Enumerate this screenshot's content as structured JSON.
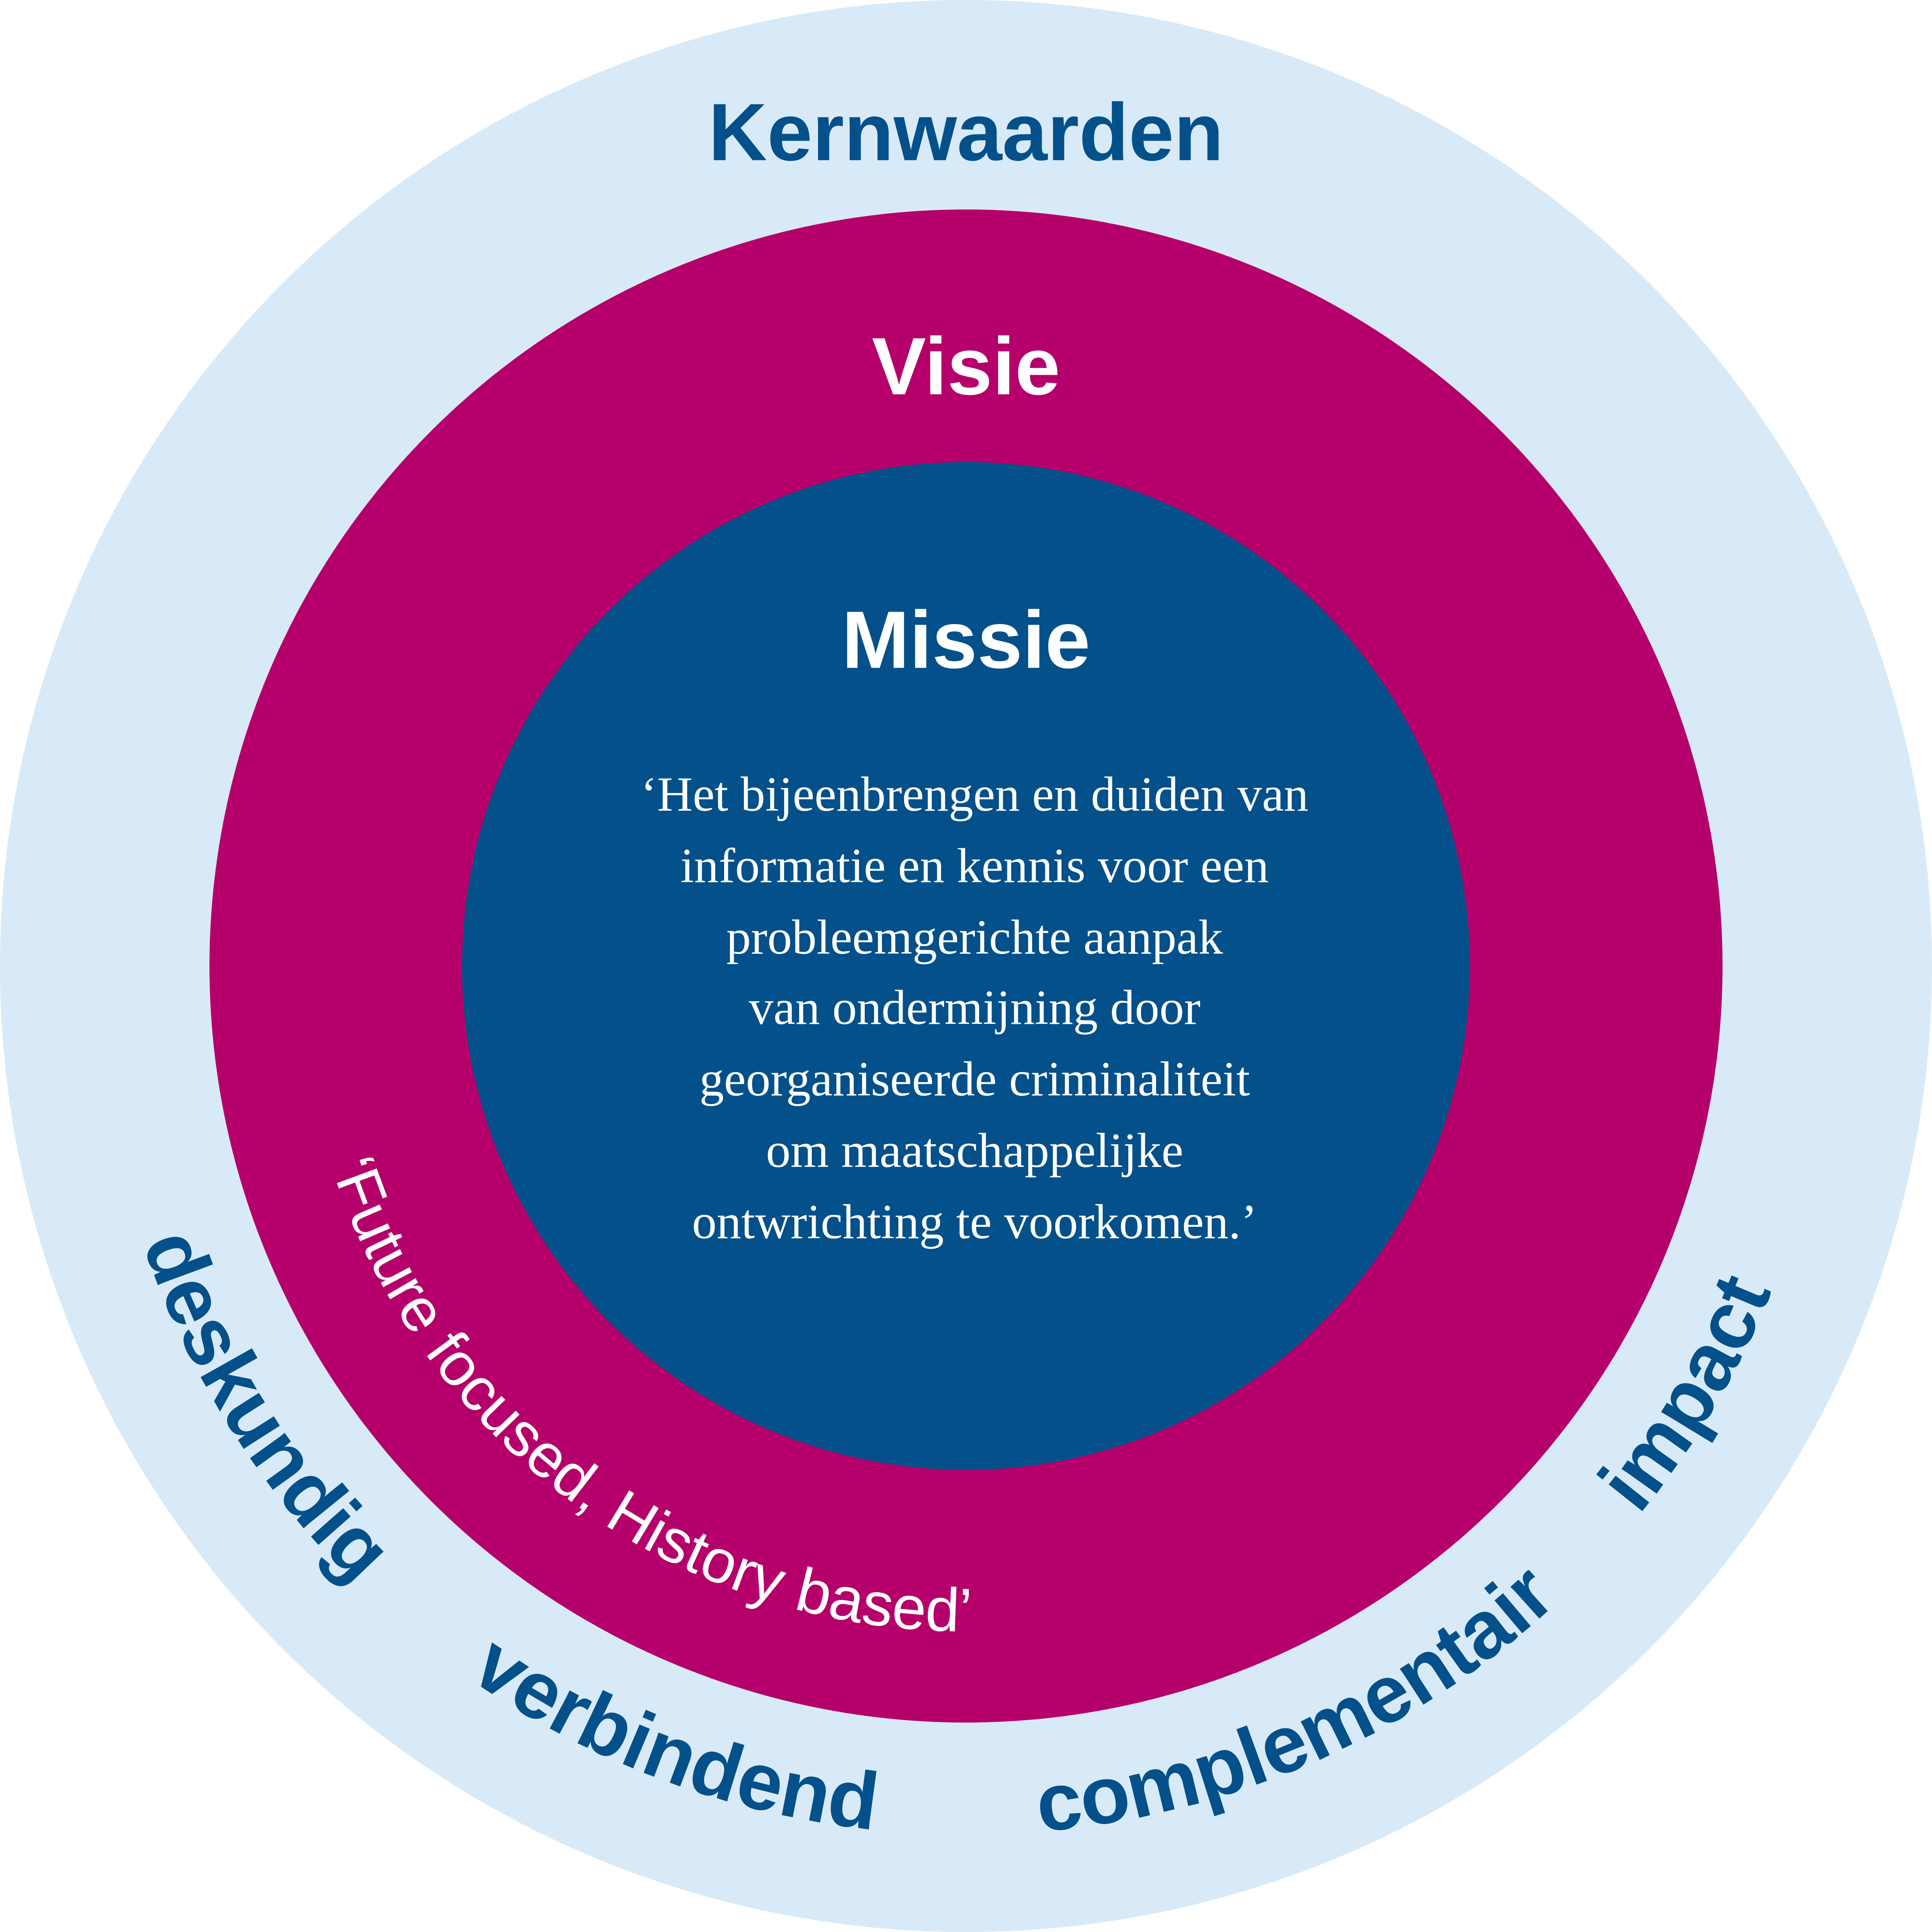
{
  "colors": {
    "outer": "#d8eaf7",
    "middle": "#b5006b",
    "inner": "#03508a",
    "text_dark": "#03508a",
    "text_light": "#ffffff"
  },
  "kernwaarden": {
    "title": "Kernwaarden",
    "values": [
      "deskundig",
      "verbindend",
      "complementair",
      "impact"
    ]
  },
  "visie": {
    "title": "Visie",
    "statement": "‘Future focused, History based’"
  },
  "missie": {
    "title": "Missie",
    "lines": [
      "‘Het bijeenbrengen en duiden van",
      "informatie en kennis voor een",
      "probleemgerichte aanpak",
      "van ondermijning door",
      "georganiseerde criminaliteit",
      "om maatschappelijke",
      "ontwrichting te voorkomen.’"
    ]
  }
}
